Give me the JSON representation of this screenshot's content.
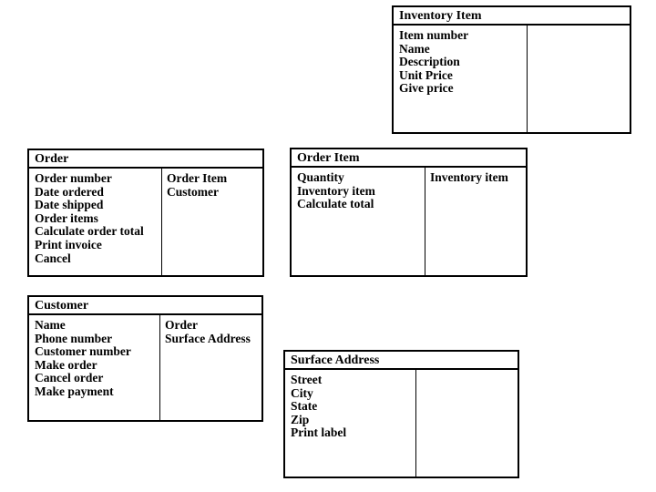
{
  "colors": {
    "background": "#ffffff",
    "border": "#000000",
    "text": "#000000"
  },
  "classes": [
    {
      "id": "inventory-item",
      "title": "Inventory Item",
      "responsibilities": [
        "Item number",
        "Name",
        "Description",
        "Unit Price",
        "Give price"
      ],
      "collaborators": []
    },
    {
      "id": "order",
      "title": "Order",
      "responsibilities": [
        "Order number",
        "Date ordered",
        "Date shipped",
        "Order items",
        "Calculate order total",
        "Print invoice",
        "Cancel"
      ],
      "collaborators": [
        "Order Item",
        "Customer"
      ]
    },
    {
      "id": "order-item",
      "title": "Order Item",
      "responsibilities": [
        "Quantity",
        "Inventory item",
        "Calculate total"
      ],
      "collaborators": [
        "Inventory item"
      ]
    },
    {
      "id": "customer",
      "title": "Customer",
      "responsibilities": [
        "Name",
        "Phone number",
        "Customer number",
        "Make order",
        "Cancel order",
        "Make payment"
      ],
      "collaborators": [
        "Order",
        "Surface Address"
      ]
    },
    {
      "id": "surface-address",
      "title": "Surface Address",
      "responsibilities": [
        "Street",
        "City",
        "State",
        "Zip",
        "Print label"
      ],
      "collaborators": []
    }
  ]
}
